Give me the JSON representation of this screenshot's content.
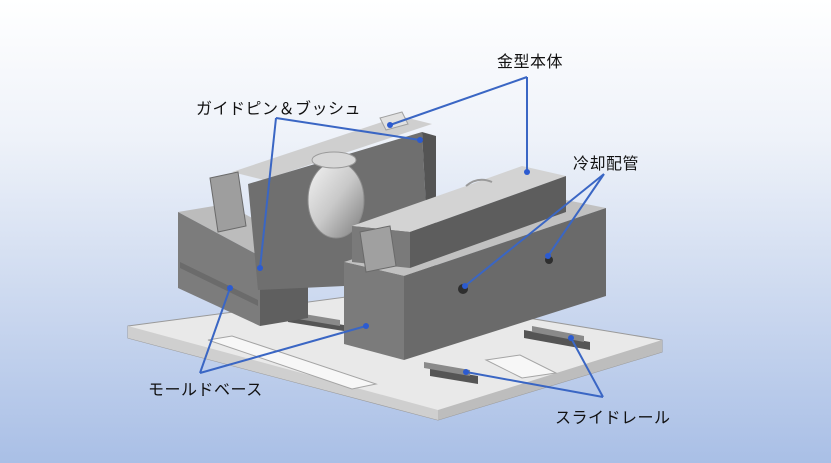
{
  "labels": {
    "mold_body": "金型本体",
    "guide_pin_bush": "ガイドピン＆ブッシュ",
    "cooling_pipe": "冷却配管",
    "mold_base": "モールドベース",
    "slide_rail": "スライドレール"
  },
  "colors": {
    "leader_line": "#3a66c4",
    "leader_dot": "#2c5bd0",
    "plate": "#e7e7e7",
    "block_front": "#7d7d7d",
    "block_top": "#bdbdbd",
    "block_side": "#5e5e5e"
  }
}
